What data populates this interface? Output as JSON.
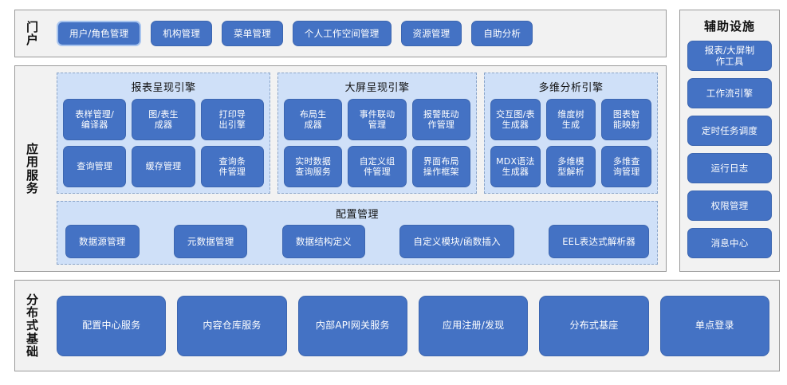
{
  "colors": {
    "node_fill": "#4472c4",
    "node_border": "#3c66b0",
    "group_fill": "#cfe0f8",
    "group_border": "#8aa4c8",
    "panel_fill": "#f2f2f2",
    "panel_border": "#9a9a9a",
    "selected_border": "#a8c4ee"
  },
  "portal": {
    "label": "门户",
    "items": [
      {
        "label": "用户/角色管理",
        "selected": true
      },
      {
        "label": "机构管理",
        "selected": false
      },
      {
        "label": "菜单管理",
        "selected": false
      },
      {
        "label": "个人工作空间管理",
        "selected": false
      },
      {
        "label": "资源管理",
        "selected": false
      },
      {
        "label": "自助分析",
        "selected": false
      }
    ]
  },
  "aux": {
    "title": "辅助设施",
    "items": [
      {
        "label": "报表/大屏制\n作工具"
      },
      {
        "label": "工作流引擎"
      },
      {
        "label": "定时任务调度"
      },
      {
        "label": "运行日志"
      },
      {
        "label": "权限管理"
      },
      {
        "label": "消息中心"
      }
    ]
  },
  "app_services": {
    "label": "应用服务",
    "engines": [
      {
        "title": "报表呈现引擎",
        "items": [
          {
            "label": "表样管理/\n编译器"
          },
          {
            "label": "图/表生\n成器"
          },
          {
            "label": "打印导\n出引擎"
          },
          {
            "label": "查询管理"
          },
          {
            "label": "缓存管理"
          },
          {
            "label": "查询条\n件管理"
          }
        ]
      },
      {
        "title": "大屏呈现引擎",
        "items": [
          {
            "label": "布局生\n成器"
          },
          {
            "label": "事件联动\n管理"
          },
          {
            "label": "报警既动\n作管理"
          },
          {
            "label": "实时数据\n查询服务"
          },
          {
            "label": "自定义组\n件管理"
          },
          {
            "label": "界面布局\n操作框架"
          }
        ]
      },
      {
        "title": "多维分析引擎",
        "items": [
          {
            "label": "交互图/表\n生成器"
          },
          {
            "label": "维度树\n生成"
          },
          {
            "label": "图表智\n能映射"
          },
          {
            "label": "MDX语法\n生成器"
          },
          {
            "label": "多维模\n型解析"
          },
          {
            "label": "多维查\n询管理"
          }
        ]
      }
    ],
    "config": {
      "title": "配置管理",
      "items": [
        {
          "label": "数据源管理"
        },
        {
          "label": "元数据管理"
        },
        {
          "label": "数据结构定义"
        },
        {
          "label": "自定义模块/函数插入"
        },
        {
          "label": "EEL表达式解析器"
        }
      ]
    }
  },
  "base": {
    "label": "分布式基础",
    "items": [
      {
        "label": "配置中心服务"
      },
      {
        "label": "内容仓库服务"
      },
      {
        "label": "内部API网关服务"
      },
      {
        "label": "应用注册/发现"
      },
      {
        "label": "分布式基座"
      },
      {
        "label": "单点登录"
      }
    ]
  }
}
